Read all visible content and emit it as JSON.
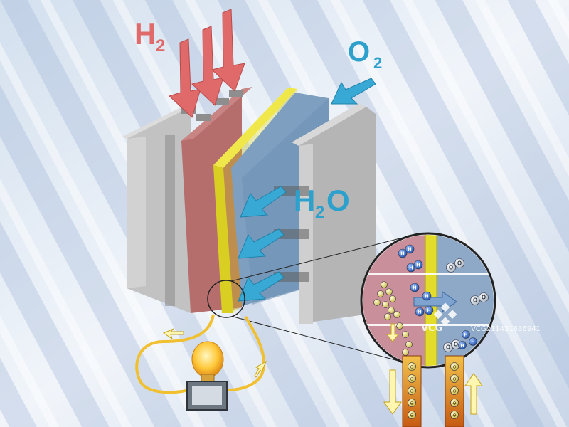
{
  "labels": {
    "hydrogen": {
      "main": "H",
      "sub": "2"
    },
    "oxygen": {
      "main": "O",
      "sub": "2"
    },
    "water": {
      "main": "H",
      "sub": "2",
      "tail": "O"
    }
  },
  "zoom": {
    "hydrogen_atom_letter": "H",
    "oxygen_atom_letter": "O",
    "electron_symbol": "⊖"
  },
  "watermark": {
    "brand": "VCG",
    "id": "VCG211431636941"
  },
  "colors": {
    "hydrogen_arrow": "#e06a6a",
    "oxygen_arrow": "#38a9d4",
    "water_arrow": "#38a9d4",
    "anode": "#b9706f",
    "cathode": "#7f9fc0",
    "membrane": "#e4dc2b",
    "plate": "#b9b9b9",
    "wire": "#f0c030",
    "electron": "#e6dc7a"
  },
  "icons": {
    "lamp": "light-bulb-icon",
    "flow": "arrow-icon"
  }
}
